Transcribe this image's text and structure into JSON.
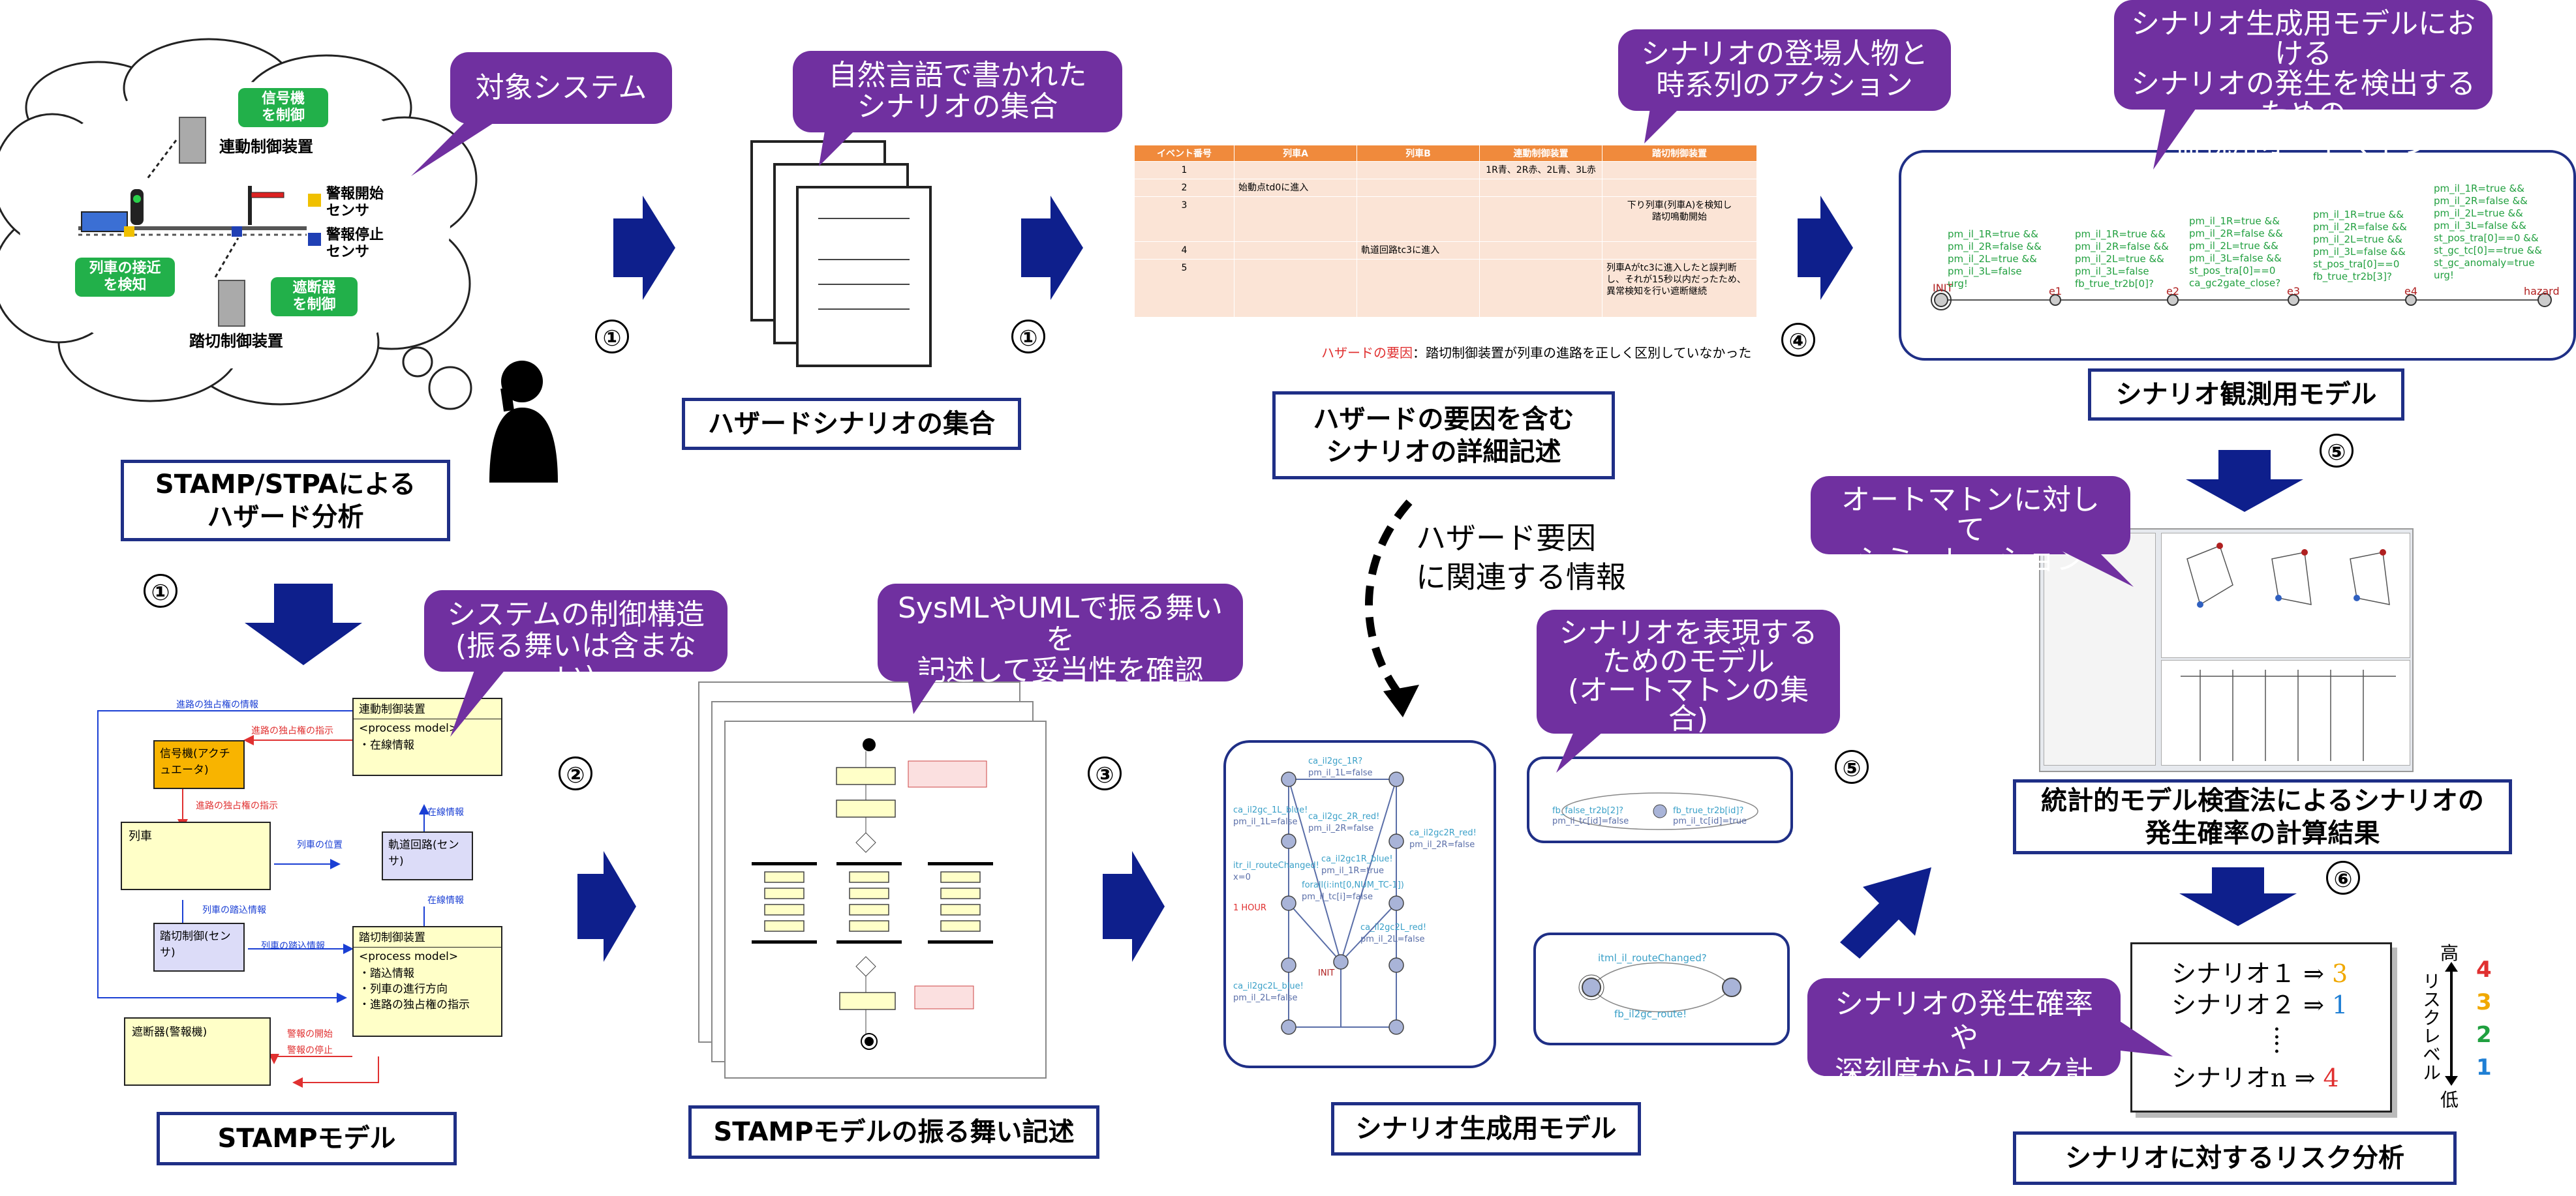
{
  "callouts": {
    "target_system": "対象システム",
    "nl_scenarios": "自然言語で書かれた\nシナリオの集合",
    "actors_actions": "シナリオの登場人物と\n時系列のアクション",
    "monitor_automaton": "シナリオ生成用モデルにおける\nシナリオの発生を検出するための\n監視用オートマトン",
    "control_structure": "システムの制御構造\n(振る舞いは含まない)",
    "sysml_uml": "SysMLやUMLで振る舞いを\n記述して妥当性を確認",
    "model_for_scenario": "シナリオを表現する\nためのモデル\n(オートマトンの集合)",
    "simulate": "オートマトンに対して\nシミュレーション",
    "risk_calc": "シナリオの発生確率や\n深刻度からリスク計算"
  },
  "labels": {
    "stamp_stpa": "STAMP/STPAによる\nハザード分析",
    "hazard_set": "ハザードシナリオの集合",
    "hazard_detail": "ハザードの要因を含む\nシナリオの詳細記述",
    "observe_model": "シナリオ観測用モデル",
    "smc_result": "統計的モデル検査法によるシナリオの\n発生確率の計算結果",
    "stamp_model": "STAMPモデル",
    "stamp_behavior": "STAMPモデルの振る舞い記述",
    "scenario_gen_model": "シナリオ生成用モデル",
    "risk_analysis": "シナリオに対するリスク分析"
  },
  "steps": {
    "s1a": "①",
    "s1b": "①",
    "s1c": "①",
    "s2": "②",
    "s3": "③",
    "s4": "④",
    "s5a": "⑤",
    "s5b": "⑤",
    "s6": "⑥"
  },
  "cloud": {
    "interlock": "連動制御装置",
    "crossing_ctrl": "踏切制御装置",
    "signal_ctrl": "信号機\nを制御",
    "approach_detect": "列車の接近\nを検知",
    "barrier_ctrl": "遮断器\nを制御",
    "alarm_start": "警報開始\nセンサ",
    "alarm_stop": "警報停止\nセンサ"
  },
  "hazard_info": "ハザード要因\nに関連する情報",
  "hazard_table": {
    "headers": [
      "イベント番号",
      "列車A",
      "列車B",
      "連動制御装置",
      "踏切制御装置"
    ],
    "rows": [
      [
        "1",
        "",
        "",
        "1R青、2R赤、2L青、3L赤",
        ""
      ],
      [
        "2",
        "始動点td0に進入",
        "",
        "",
        ""
      ],
      [
        "3",
        "",
        "",
        "",
        "下り列車(列車A)を検知し\n踏切鳴動開始"
      ],
      [
        "4",
        "",
        "軌道回路tc3に進入",
        "",
        ""
      ],
      [
        "5",
        "",
        "",
        "",
        "列車Aがtc3に進入したと誤判断し、それが15秒以内だったため、異常検知を行い遮断継続"
      ]
    ],
    "cause_label": "ハザードの要因",
    "cause_text": "：踏切制御装置が列車の進路を正しく区別していなかった"
  },
  "observer": {
    "states": [
      "INIT",
      "e1",
      "e2",
      "e3",
      "e4",
      "hazard"
    ],
    "guards": [
      "pm_il_1R=true &&\npm_il_2R=false &&\npm_il_2L=true &&\npm_il_3L=false\nurg!",
      "pm_il_1R=true &&\npm_il_2R=false &&\npm_il_2L=true &&\npm_il_3L=false\nfb_true_tr2b[0]?",
      "pm_il_1R=true &&\npm_il_2R=false &&\npm_il_2L=true &&\npm_il_3L=false &&\nst_pos_tra[0]==0\nca_gc2gate_close?",
      "pm_il_1R=true &&\npm_il_2R=false &&\npm_il_2L=true &&\npm_il_3L=false &&\nst_pos_tra[0]==0\nfb_true_tr2b[3]?",
      "pm_il_1R=true &&\npm_il_2R=false &&\npm_il_2L=true &&\npm_il_3L=false &&\nst_pos_tra[0]==0 &&\nst_gc_tc[0]==true &&\nst_gc_anomaly=true\nurg!"
    ]
  },
  "stamp": {
    "interlock": "連動制御装置",
    "process_model": "<process model>",
    "interlock_item": "・在線情報",
    "signal": "信号機(アクチュエータ)",
    "train": "列車",
    "track_circuit": "軌道回路(センサ)",
    "crossing_sensor": "踏切制御(センサ)",
    "crossing_ctrl": "踏切制御装置",
    "crossing_items": [
      "・踏込情報",
      "・列車の進行方向",
      "・進路の独占権の指示"
    ],
    "barrier": "遮断器(警報機)",
    "arrows": {
      "route_info": "進路の独占権の情報",
      "route_cmd": "進路の独占権の指示",
      "route_info2": "進路の独占権の指示",
      "position": "列車の位置",
      "occupancy": "在線情報",
      "occupancy2": "在線情報",
      "crossing_info": "列車の踏込情報",
      "crossing_info2": "列車の踏込情報",
      "alarm_start": "警報の開始",
      "alarm_stop": "警報の停止"
    }
  },
  "gen_model": {
    "labels": [
      "ca_il2gc_1R?",
      "pm_il_1L=false",
      "ca_il2gc_1L_blue!",
      "pm_il_1L=false",
      "ca_il2gc_2R_red!",
      "pm_il_2R=false",
      "itr_il_routeChanged!",
      "x=0",
      "ca_il2gc1R_blue!",
      "pm_il_1R=true",
      "forall(i:int[0,NUM_TC-1])",
      "pm_il_tc[i]=false",
      "ca_il2gc2R_red!",
      "pm_il_2R=false",
      "1 HOUR",
      "INIT",
      "ca_il2gc2L_red!",
      "pm_il_2L=false",
      "ca_il2gc2L_blue!",
      "pm_il_2L=false"
    ],
    "box1": [
      "fb_false_tr2b[2]?",
      "pm_il_tc[id]=false",
      "fb_true_tr2b[id]?",
      "pm_il_tc[id]=true"
    ],
    "box2": [
      "itml_il_routeChanged?",
      "fb_il2gc_route!"
    ]
  },
  "risk": {
    "rows": [
      {
        "name": "シナリオ１",
        "arrow": "⇒",
        "val": "3",
        "color": "#f0a800"
      },
      {
        "name": "シナリオ２",
        "arrow": "⇒",
        "val": "1",
        "color": "#1f7fd4"
      },
      {
        "name": "シナリオn",
        "arrow": "⇒",
        "val": "4",
        "color": "#e03030"
      }
    ],
    "dots": ":",
    "scale": {
      "high": "高",
      "low": "低",
      "axis": "リスクレベル",
      "levels": [
        {
          "v": "4",
          "color": "#e03030"
        },
        {
          "v": "3",
          "color": "#f0a800"
        },
        {
          "v": "2",
          "color": "#20a040"
        },
        {
          "v": "1",
          "color": "#1f7fd4"
        }
      ]
    }
  },
  "colors": {
    "callout": "#7030a0",
    "arrow": "#0e1f8c",
    "label_border": "#1f2f86",
    "green_badge": "#22b04a"
  }
}
